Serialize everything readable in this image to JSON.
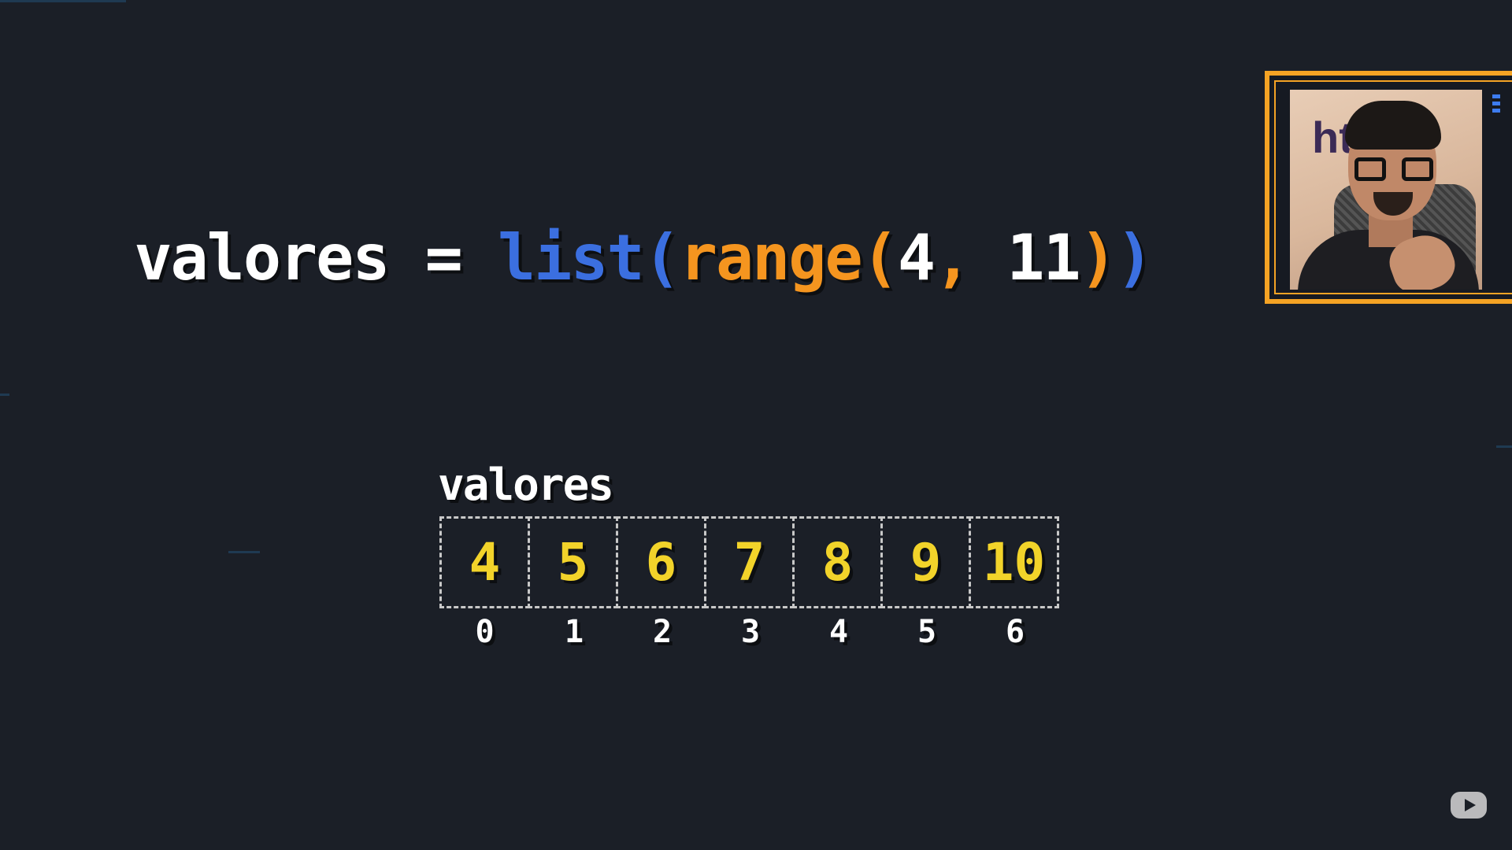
{
  "code": {
    "variable": "valores",
    "equals": " = ",
    "func_list": "list",
    "paren_open_list": "(",
    "func_range": "range",
    "paren_open_range": "(",
    "arg_start": "4",
    "comma": ", ",
    "arg_end": "11",
    "paren_close_range": ")",
    "paren_close_list": ")"
  },
  "colors": {
    "background": "#1b1f27",
    "code_text": "#ffffff",
    "list_keyword": "#3b6fe0",
    "range_keyword": "#f5951f",
    "cell_value": "#f2d32a",
    "webcam_border": "#f5a324"
  },
  "array": {
    "label": "valores",
    "values": [
      "4",
      "5",
      "6",
      "7",
      "8",
      "9",
      "10"
    ],
    "indexes": [
      "0",
      "1",
      "2",
      "3",
      "4",
      "5",
      "6"
    ]
  },
  "webcam": {
    "wall_text": "ht"
  },
  "icons": {
    "youtube": "youtube-play-icon",
    "menu_dots": "dots-icon"
  }
}
